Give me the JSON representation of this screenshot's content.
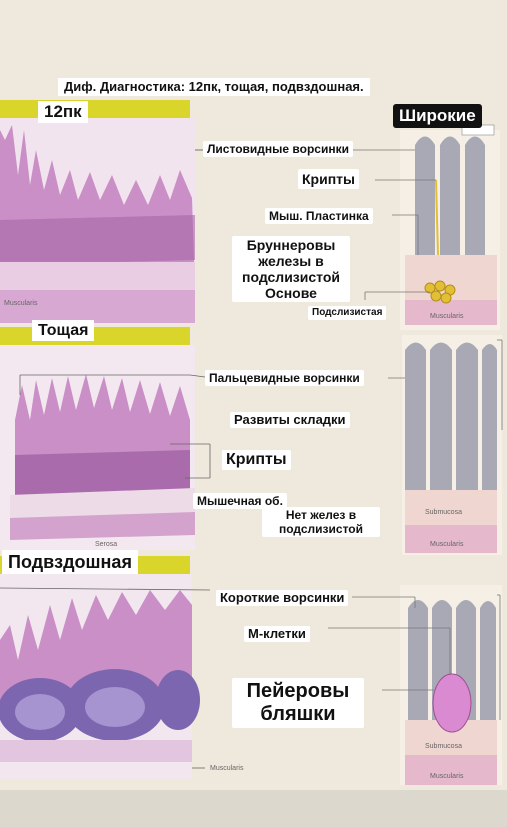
{
  "title": "Диф. Диагностика: 12пк, тощая, подвздошная.",
  "sections": {
    "duodenum": {
      "heading": "12пк",
      "badge": "Широкие",
      "labels": {
        "villi": "Листовидные ворсинки",
        "crypts": "Крипты",
        "muscularis_mucosae": "Мыш. Пластинка",
        "brunner": "Бруннеровы железы в подслизистой Основе",
        "submucosa": "Подслизистая"
      },
      "faint": {
        "muscularis": "Muscularis",
        "muscularis_right": "Muscularis"
      }
    },
    "jejunum": {
      "heading": "Тощая",
      "labels": {
        "villi": "Пальцевидные ворсинки",
        "folds": "Развиты складки",
        "crypts": "Крипты",
        "muscular": "Мышечная об.",
        "no_glands": "Нет желез в подслизистой"
      },
      "faint": {
        "serosa": "Serosa",
        "submucosa": "Submucosa",
        "muscularis": "Muscularis"
      }
    },
    "ileum": {
      "heading": "Подвздошная",
      "labels": {
        "villi": "Короткие ворсинки",
        "m_cells": "М-клетки",
        "peyer": "Пейеровы бляшки"
      },
      "faint": {
        "muscularis": "Muscularis",
        "submucosa": "Submucosa",
        "muscularis_right": "Muscularis"
      }
    }
  },
  "colors": {
    "tissue": "#c98fc6",
    "tissue_dark": "#8e4f95",
    "lymph": "#7d66b0",
    "schematic": "#a9a9b6",
    "header_bar": "#d9d52b",
    "submucosa_band": "#f0d6d0",
    "muscularis_band": "#e6b8cc",
    "brunner_gland": "#e2c036",
    "peyer_patch": "#d98ad0"
  }
}
